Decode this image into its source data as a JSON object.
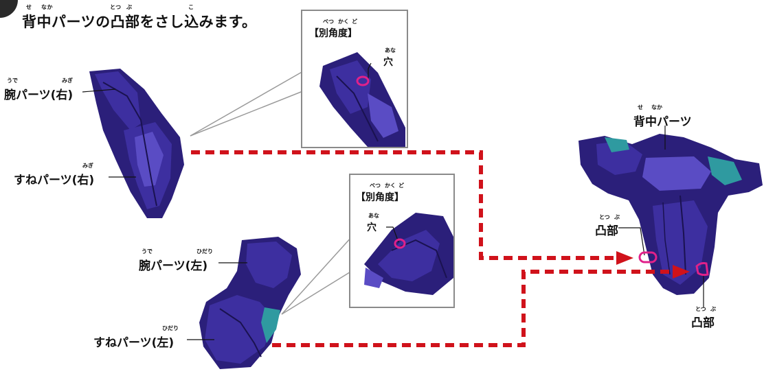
{
  "instruction": {
    "text": "背中パーツの凸部をさし込みます。",
    "ruby": [
      "せ",
      "なか",
      "とつ",
      "ぶ",
      "こ"
    ]
  },
  "parts": {
    "arm_right": {
      "label": "腕パーツ(右)",
      "ruby": [
        "うで",
        "みぎ"
      ]
    },
    "shin_right": {
      "label": "すねパーツ(右)",
      "ruby": [
        "みぎ"
      ]
    },
    "arm_left": {
      "label": "腕パーツ(左)",
      "ruby": [
        "うで",
        "ひだり"
      ]
    },
    "shin_left": {
      "label": "すねパーツ(左)",
      "ruby": [
        "ひだり"
      ]
    },
    "back": {
      "label": "背中パーツ",
      "ruby": [
        "せ",
        "なか"
      ]
    },
    "protrusion_upper": {
      "label": "凸部",
      "ruby": [
        "とつ",
        "ぶ"
      ]
    },
    "protrusion_lower": {
      "label": "凸部",
      "ruby": [
        "とつ",
        "ぶ"
      ]
    }
  },
  "zoom_top": {
    "title": "【別角度】",
    "title_ruby": [
      "べつ",
      "かく",
      "ど"
    ],
    "hole_label": "穴",
    "hole_ruby": "あな"
  },
  "zoom_bottom": {
    "title": "【別角度】",
    "title_ruby": [
      "べつ",
      "かく",
      "ど"
    ],
    "hole_label": "穴",
    "hole_ruby": "あな"
  },
  "colors": {
    "part_dark": "#2b1f7a",
    "part_mid": "#3d2fa0",
    "part_light": "#5a4cc4",
    "teal": "#2f9aa0",
    "arrow_red": "#d0121b",
    "hole_pink": "#e0218a",
    "frame_gray": "#8a8a8a"
  },
  "icons": [
    "step-number-badge",
    "dashed-arrow-upper",
    "dashed-arrow-lower",
    "hole-marker"
  ]
}
